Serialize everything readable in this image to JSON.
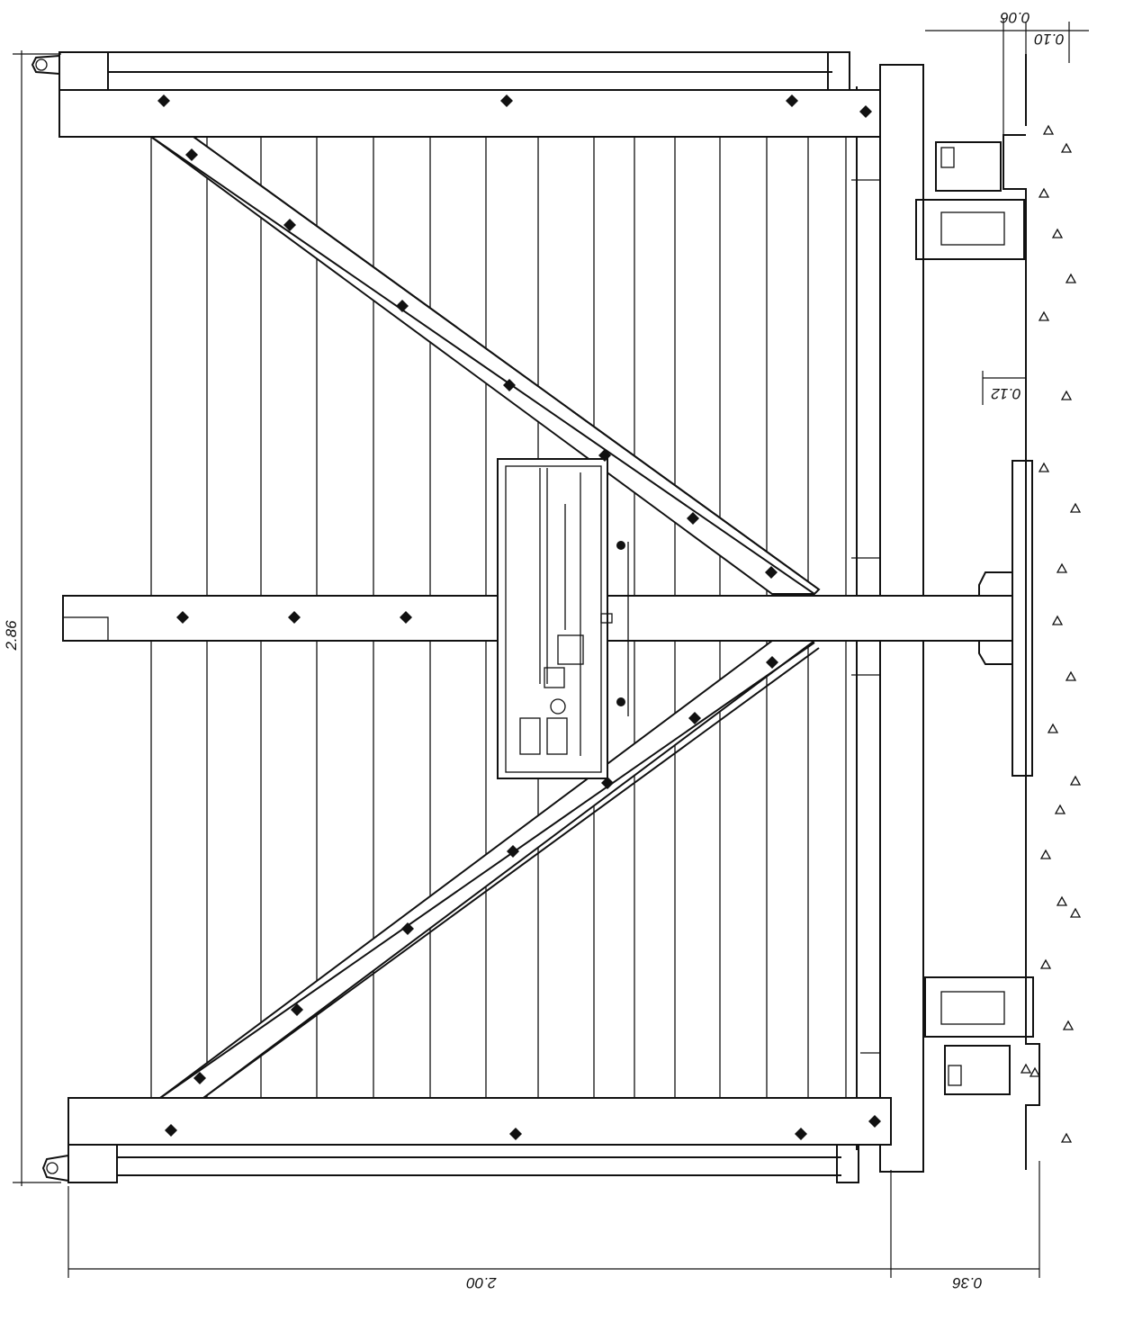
{
  "drawing": {
    "dimensions": {
      "height_total": "2.86",
      "width_total": "2.00",
      "base_offset": "0.36",
      "top_gap_a": "0.06",
      "top_gap_b": "0.10",
      "side_gap": "0.12"
    }
  }
}
